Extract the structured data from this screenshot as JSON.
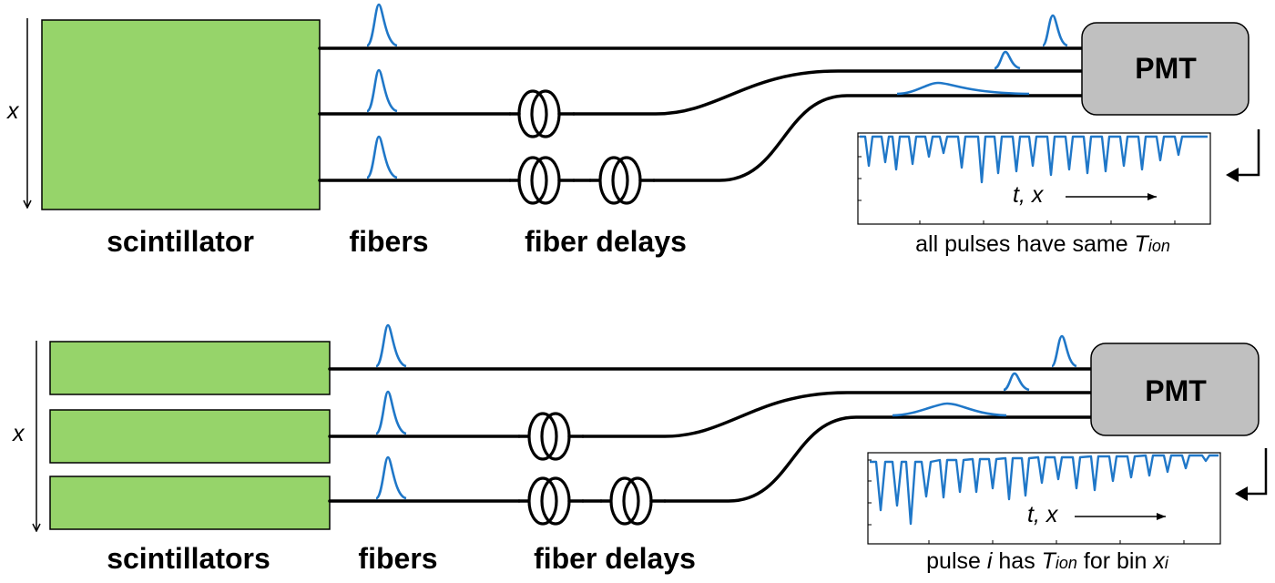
{
  "colors": {
    "scintillator_fill": "#96d46a",
    "pmt_fill": "#c0c0c0",
    "pulse": "#1f77c8",
    "fiber": "#000000"
  },
  "top_panel": {
    "axis_label": "x",
    "scintillator_label": "scintillator",
    "fibers_label": "fibers",
    "fiber_delays_label": "fiber delays",
    "pmt_label": "PMT",
    "trace_axis_label": "t, x",
    "caption_prefix": "all pulses have same ",
    "caption_var": "T",
    "caption_sub": "ion"
  },
  "bottom_panel": {
    "axis_label": "x",
    "scintillator_label": "scintillators",
    "fibers_label": "fibers",
    "fiber_delays_label": "fiber delays",
    "pmt_label": "PMT",
    "trace_axis_label": "t, x",
    "caption_part1": "pulse ",
    "caption_i": "i",
    "caption_part2": " has ",
    "caption_var": "T",
    "caption_sub": "ion",
    "caption_part3": " for bin ",
    "caption_x": "x",
    "caption_xsub": "i"
  }
}
